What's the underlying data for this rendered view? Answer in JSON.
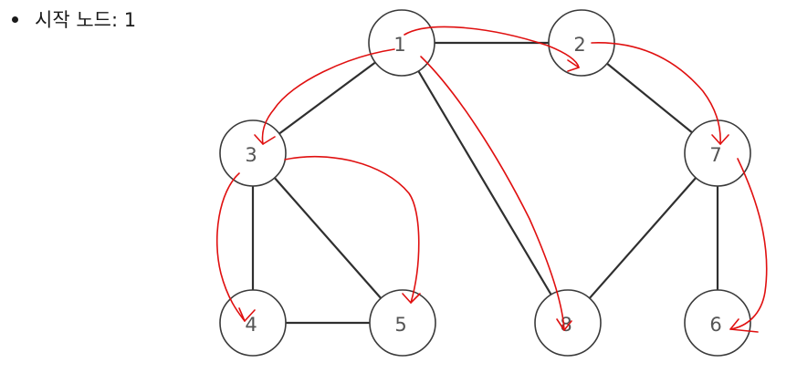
{
  "caption": {
    "bullet": "•",
    "text": "시작 노드: 1"
  },
  "graph": {
    "nodes": [
      {
        "id": "1",
        "label": "1"
      },
      {
        "id": "2",
        "label": "2"
      },
      {
        "id": "3",
        "label": "3"
      },
      {
        "id": "4",
        "label": "4"
      },
      {
        "id": "5",
        "label": "5"
      },
      {
        "id": "6",
        "label": "6"
      },
      {
        "id": "7",
        "label": "7"
      },
      {
        "id": "8",
        "label": "8"
      }
    ],
    "edges": [
      [
        "1",
        "2"
      ],
      [
        "1",
        "3"
      ],
      [
        "1",
        "8"
      ],
      [
        "2",
        "7"
      ],
      [
        "7",
        "8"
      ],
      [
        "7",
        "6"
      ],
      [
        "3",
        "4"
      ],
      [
        "3",
        "5"
      ],
      [
        "4",
        "5"
      ]
    ],
    "traversal_arrows": [
      [
        "1",
        "2"
      ],
      [
        "1",
        "3"
      ],
      [
        "1",
        "8"
      ],
      [
        "2",
        "7"
      ],
      [
        "7",
        "6"
      ],
      [
        "3",
        "4"
      ],
      [
        "3",
        "5"
      ]
    ],
    "colors": {
      "edge": "#2f2f2f",
      "node_stroke": "#3a3a3a",
      "arrow": "#e01010"
    }
  }
}
